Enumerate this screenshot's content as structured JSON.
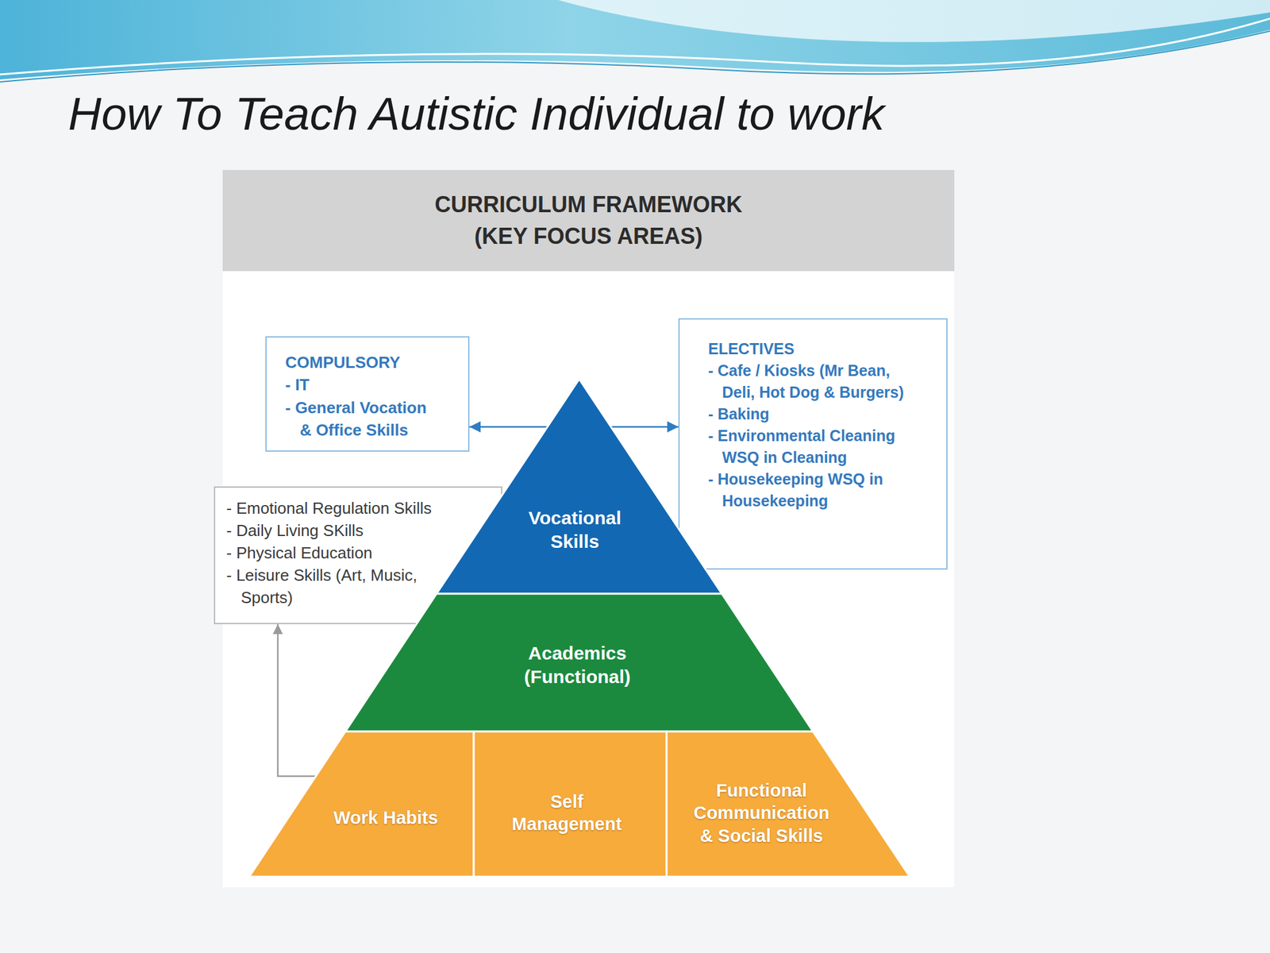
{
  "diagram": {
    "title": "How To Teach Autistic Individual to work",
    "nodes": [
      {
        "text": [
          "CURRICULUM FRAMEWORK (KEY FOCUS AREAS)"
        ]
      },
      {
        "text": [
          "COMPULSORY",
          "- IT",
          "- General Vocation & Office Skills"
        ]
      },
      {
        "text": [
          "ELECTIVES",
          "- Cafe / Kiosks (Mr Bean, Deli, Hot Dog & Burgers)",
          "- Baking",
          "- Environmental Cleaning WSQ in Cleaning",
          "- Housekeeping WSQ in Housekeeping"
        ]
      },
      {
        "text": [
          "- Emotional Regulation Skills",
          "- Daily Living SKills",
          "- Physical Education",
          "- Leisure Skills (Art, Music, Sports)"
        ]
      },
      {
        "text": [
          "Vocational Skills"
        ]
      },
      {
        "text": [
          "Academics (Functional)"
        ]
      },
      {
        "text": [
          "Work Habits"
        ]
      },
      {
        "text": [
          "Self Management"
        ]
      },
      {
        "text": [
          "Functional Communication & Social Skills"
        ]
      }
    ],
    "edges": [
      {
        "from": 4,
        "to": 1,
        "arrow": "to"
      },
      {
        "from": 4,
        "to": 2,
        "arrow": "to"
      },
      {
        "from": 6,
        "to": 3,
        "arrow": "to"
      }
    ]
  }
}
